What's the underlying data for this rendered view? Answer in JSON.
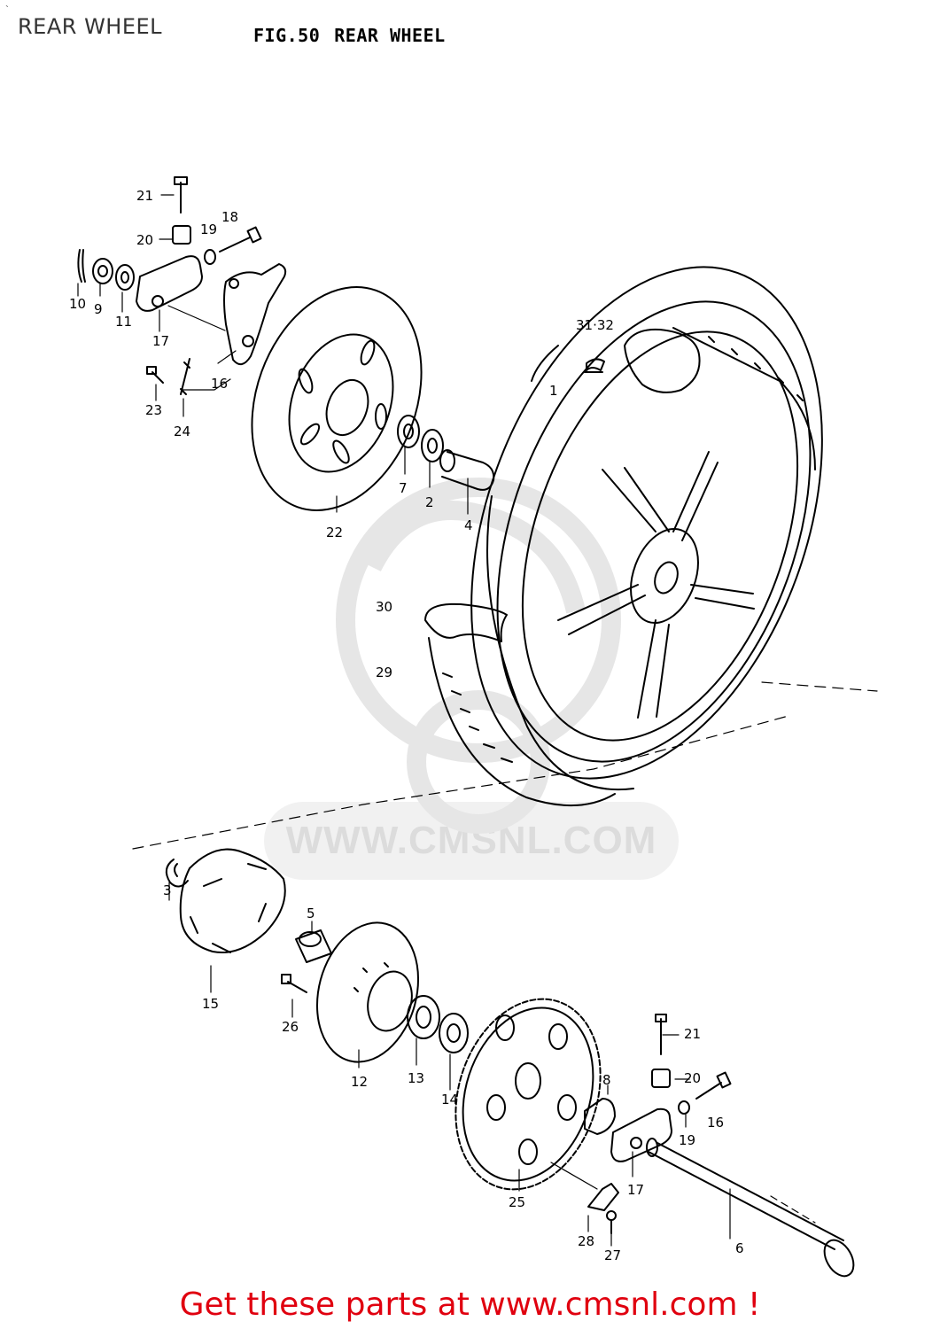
{
  "page": {
    "label": "REAR WHEEL",
    "tick": "`"
  },
  "figure": {
    "number": "FIG.50",
    "title": "REAR WHEEL"
  },
  "watermark": {
    "text": "WWW.CMSNL.COM"
  },
  "callouts": [
    "21",
    "20",
    "19",
    "18",
    "10",
    "9",
    "11",
    "17",
    "16",
    "23",
    "24",
    "22",
    "7",
    "2",
    "4",
    "31·32",
    "1",
    "30",
    "29",
    "3",
    "15",
    "5",
    "26",
    "12",
    "13",
    "14",
    "25",
    "21",
    "20",
    "16",
    "8",
    "19",
    "17",
    "28",
    "27",
    "6"
  ],
  "footer": {
    "text": "Get these parts at www.cmsnl.com !"
  }
}
